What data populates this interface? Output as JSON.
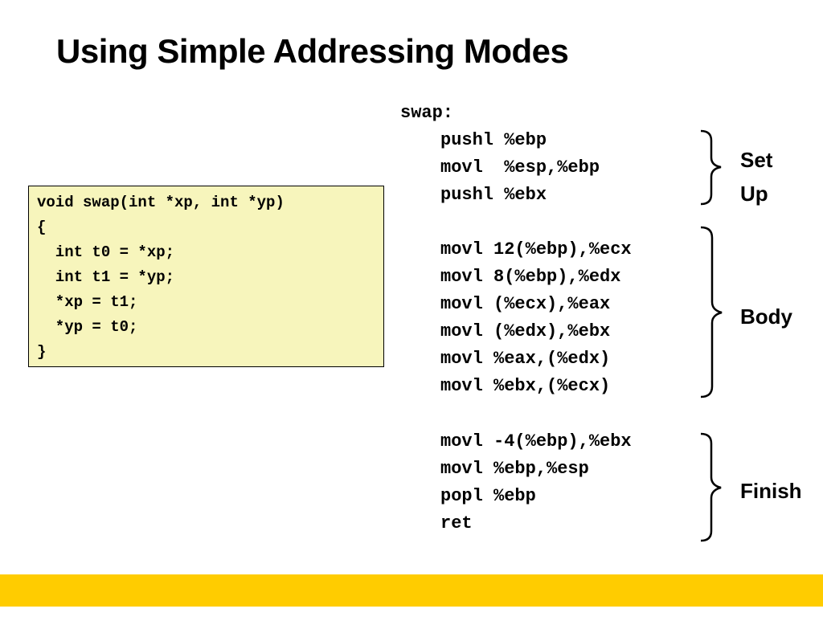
{
  "slide": {
    "title": "Using Simple Addressing Modes",
    "footer_color": "#ffcc00",
    "code_box_bg": "#f7f5bc"
  },
  "c_code": {
    "lines": [
      "void swap(int *xp, int *yp)",
      "{",
      "  int t0 = *xp;",
      "  int t1 = *yp;",
      "  *xp = t1;",
      "  *yp = t0;",
      "}"
    ]
  },
  "asm": {
    "label": "swap:",
    "setup": [
      "pushl %ebp",
      "movl  %esp,%ebp",
      "pushl %ebx"
    ],
    "body": [
      "movl 12(%ebp),%ecx",
      "movl 8(%ebp),%edx",
      "movl (%ecx),%eax",
      "movl (%edx),%ebx",
      "movl %eax,(%edx)",
      "movl %ebx,(%ecx)"
    ],
    "finish": [
      "movl -4(%ebp),%ebx",
      "movl %ebp,%esp",
      "popl %ebp",
      "ret"
    ]
  },
  "braces": {
    "setup_label_line1": "Set",
    "setup_label_line2": "Up",
    "body_label": "Body",
    "finish_label": "Finish"
  }
}
